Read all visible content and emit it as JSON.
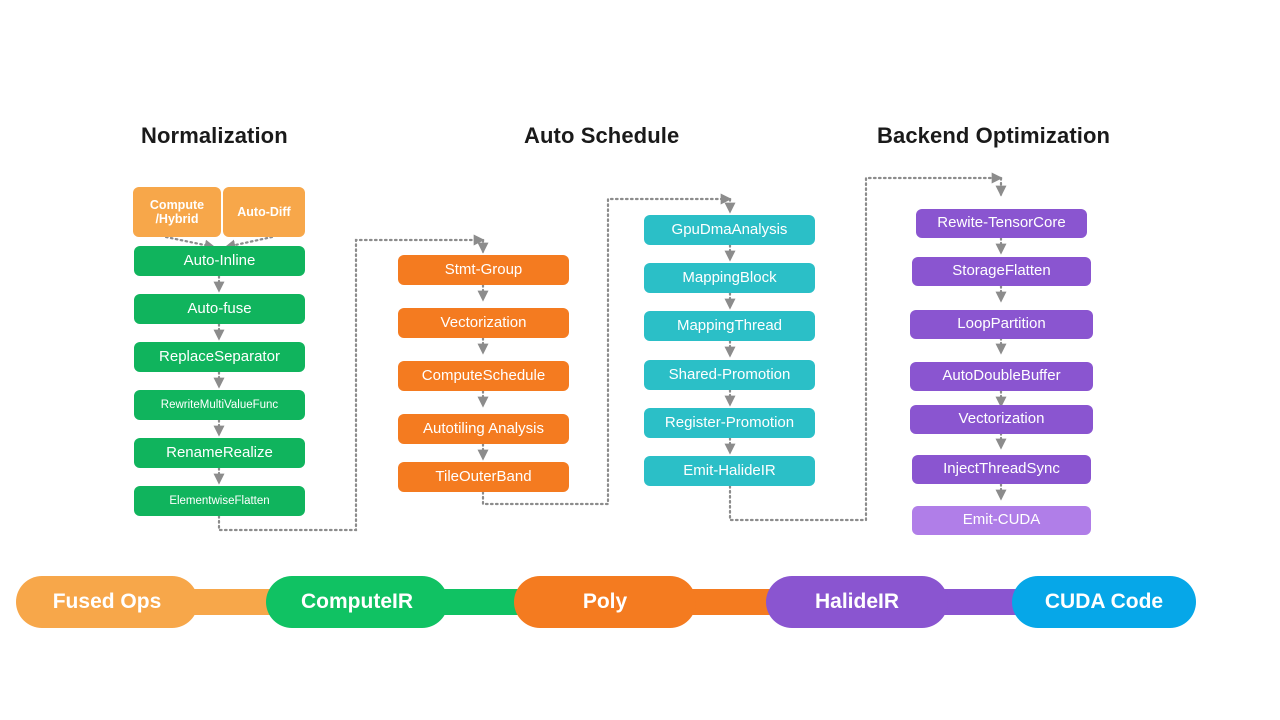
{
  "diagram": {
    "title_normalization": "Normalization",
    "title_auto_schedule": "Auto Schedule",
    "title_backend_optimization": "Backend Optimization"
  },
  "colors": {
    "orange_light": "#F7A74A",
    "green": "#10B45D",
    "orange": "#F47B20",
    "teal": "#2BBFC7",
    "purple": "#8A55D0",
    "purple_light": "#B07EE8",
    "blue": "#06A7E8",
    "connector": "#8C8C8C",
    "text_dark": "#1A1A1A"
  },
  "columns": {
    "normalization": {
      "inputs": [
        {
          "label": "Compute\n/Hybrid"
        },
        {
          "label": "Auto-Diff"
        }
      ],
      "passes": [
        {
          "label": "Auto-Inline"
        },
        {
          "label": "Auto-fuse"
        },
        {
          "label": "ReplaceSeparator"
        },
        {
          "label": "RewriteMultiValueFunc"
        },
        {
          "label": "RenameRealize"
        },
        {
          "label": "ElementwiseFlatten"
        }
      ]
    },
    "auto_schedule_poly": {
      "passes": [
        {
          "label": "Stmt-Group"
        },
        {
          "label": "Vectorization"
        },
        {
          "label": "ComputeSchedule"
        },
        {
          "label": "Autotiling Analysis"
        },
        {
          "label": "TileOuterBand"
        }
      ]
    },
    "auto_schedule_gpu": {
      "passes": [
        {
          "label": "GpuDmaAnalysis"
        },
        {
          "label": "MappingBlock"
        },
        {
          "label": "MappingThread"
        },
        {
          "label": "Shared-Promotion"
        },
        {
          "label": "Register-Promotion"
        },
        {
          "label": "Emit-HalideIR"
        }
      ]
    },
    "backend_optimization": {
      "passes": [
        {
          "label": "Rewite-TensorCore"
        },
        {
          "label": "StorageFlatten"
        },
        {
          "label": "LoopPartition"
        },
        {
          "label": "AutoDoubleBuffer"
        },
        {
          "label": "Vectorization"
        },
        {
          "label": "InjectThreadSync"
        },
        {
          "label": "Emit-CUDA"
        }
      ]
    }
  },
  "pipeline": {
    "stages": [
      {
        "label": "Fused Ops"
      },
      {
        "label": "ComputeIR"
      },
      {
        "label": "Poly"
      },
      {
        "label": "HalideIR"
      },
      {
        "label": "CUDA Code"
      }
    ]
  }
}
